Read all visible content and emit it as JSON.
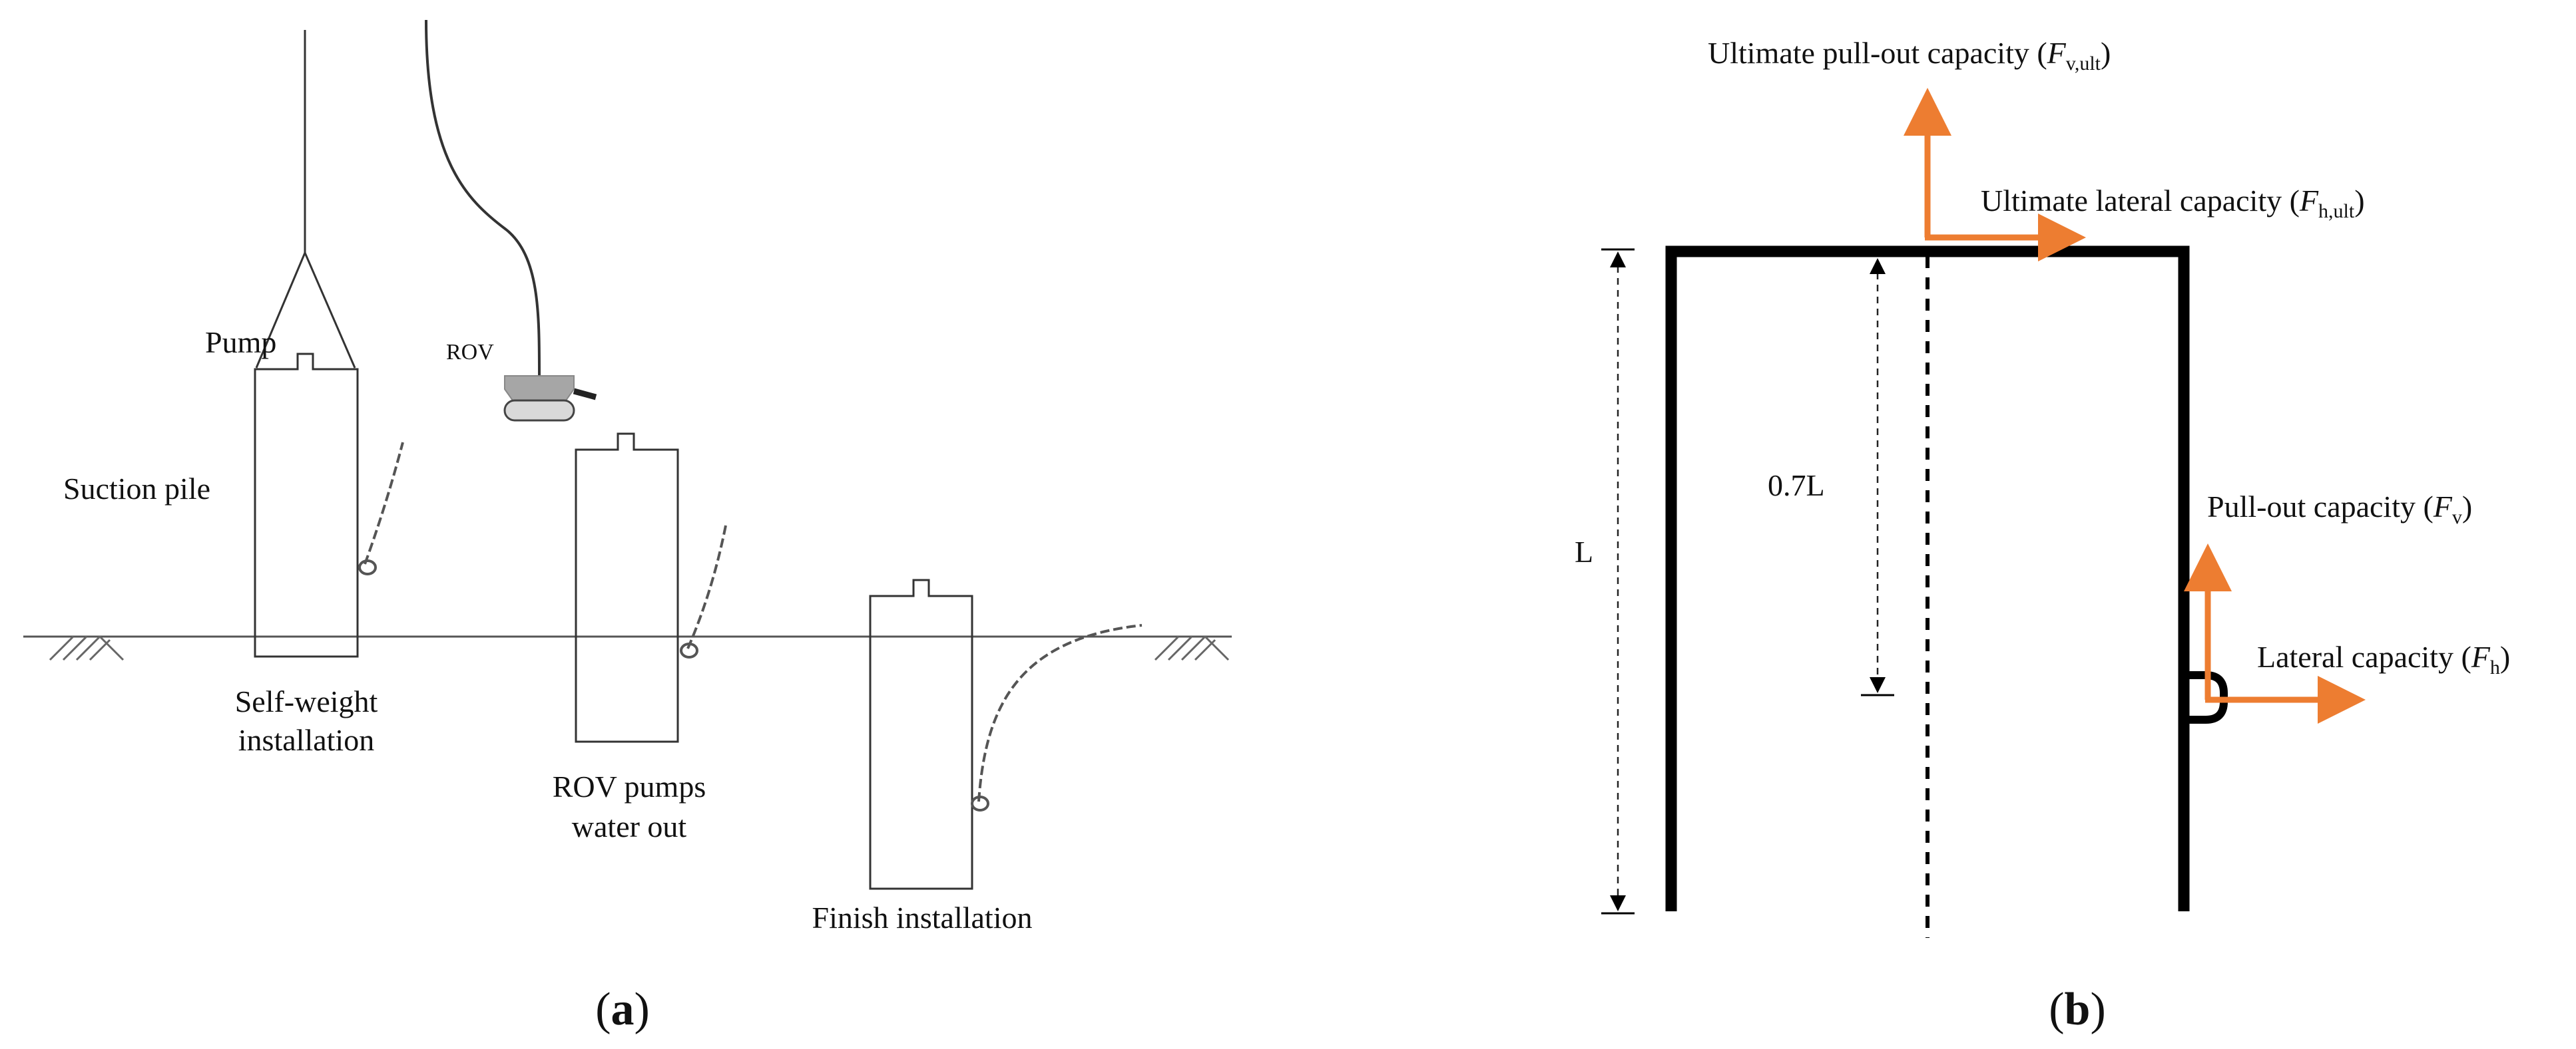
{
  "panel_a": {
    "label_pump": "Pump",
    "label_rov": "ROV",
    "label_suction_pile": "Suction pile",
    "stage1_line1": "Self-weight",
    "stage1_line2": "installation",
    "stage2_line1": "ROV pumps",
    "stage2_line2": "water out",
    "stage3": "Finish installation",
    "caption_open": "(",
    "caption_letter": "a",
    "caption_close": ")"
  },
  "panel_b": {
    "ult_pullout_text": "Ultimate pull-out capacity (",
    "ult_pullout_var": "F",
    "ult_pullout_sub": "v,ult",
    "ult_lateral_text": "Ultimate lateral capacity (",
    "ult_lateral_var": "F",
    "ult_lateral_sub": "h,ult",
    "pullout_text": "Pull-out capacity (",
    "pullout_var": "F",
    "pullout_sub": "v",
    "lateral_text": "Lateral capacity (",
    "lateral_var": "F",
    "lateral_sub": "h",
    "close_paren": ")",
    "dim_L": "L",
    "dim_07L": "0.7L",
    "caption_open": "(",
    "caption_letter": "b",
    "caption_close": ")"
  },
  "colors": {
    "arrow": "#ED7D31",
    "ink": "#111111",
    "rov_body": "#A6A6A6",
    "rov_track": "#D9D9D9"
  }
}
